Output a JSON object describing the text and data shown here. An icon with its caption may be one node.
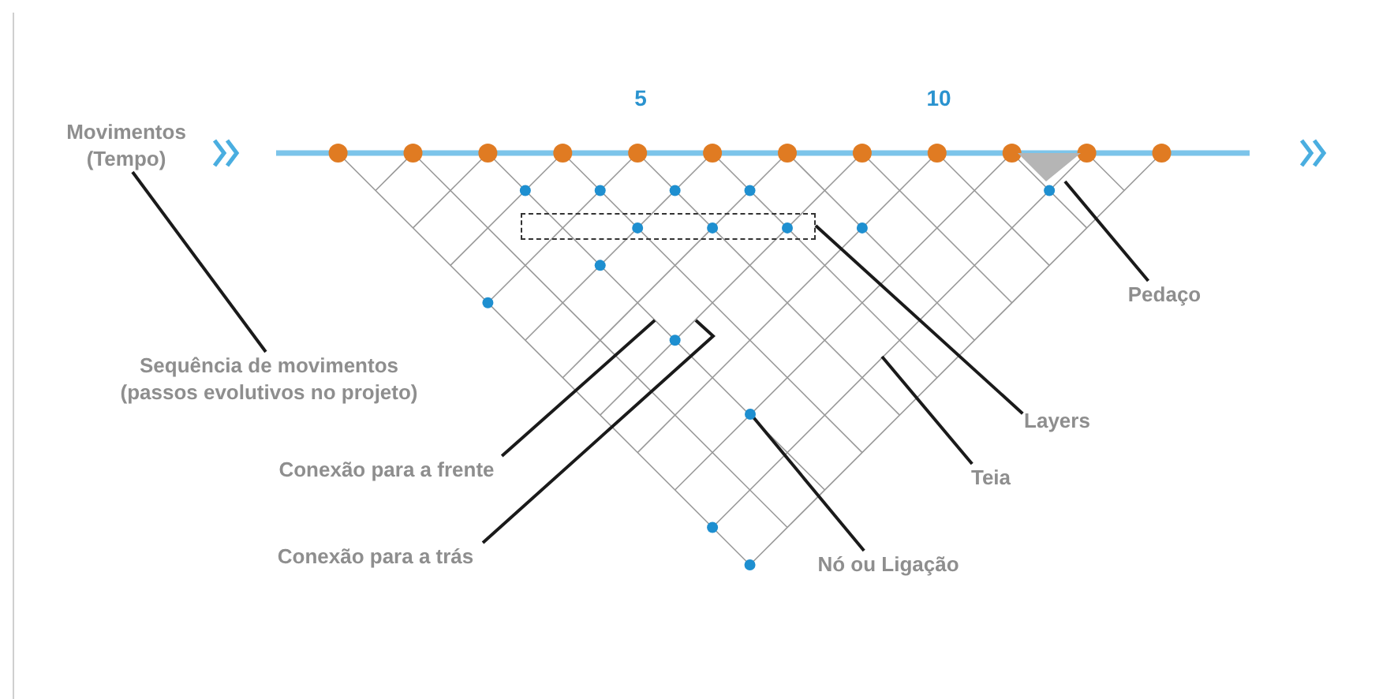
{
  "diagram": {
    "nodes": [
      {
        "text": [
          "Movimentos (Tempo)"
        ]
      },
      {
        "text": [
          "Sequência de movimentos (passos evolutivos no projeto)"
        ]
      },
      {
        "text": [
          "Conexão para a frente"
        ]
      },
      {
        "text": [
          "Conexão para a trás"
        ]
      },
      {
        "text": [
          "Pedaço"
        ]
      },
      {
        "text": [
          "Layers"
        ]
      },
      {
        "text": [
          "Teia"
        ]
      },
      {
        "text": [
          "Nó ou Ligação"
        ]
      },
      {
        "text": [],
        "shape": "triangle"
      },
      {
        "text": [],
        "shape": "box"
      },
      {
        "text": [],
        "shape": "circle"
      }
    ],
    "edges": [
      {
        "from": 0,
        "to": 1,
        "arrow": "none"
      },
      {
        "from": 2,
        "to": null,
        "arrow": "none"
      },
      {
        "from": 3,
        "to": null,
        "arrow": "none"
      },
      {
        "from": 4,
        "to": 8,
        "arrow": "none"
      },
      {
        "from": 5,
        "to": 9,
        "arrow": "none"
      },
      {
        "from": 6,
        "to": null,
        "arrow": "none"
      },
      {
        "from": 7,
        "to": 10,
        "arrow": "none"
      }
    ],
    "labels": [
      "5",
      "10"
    ]
  }
}
